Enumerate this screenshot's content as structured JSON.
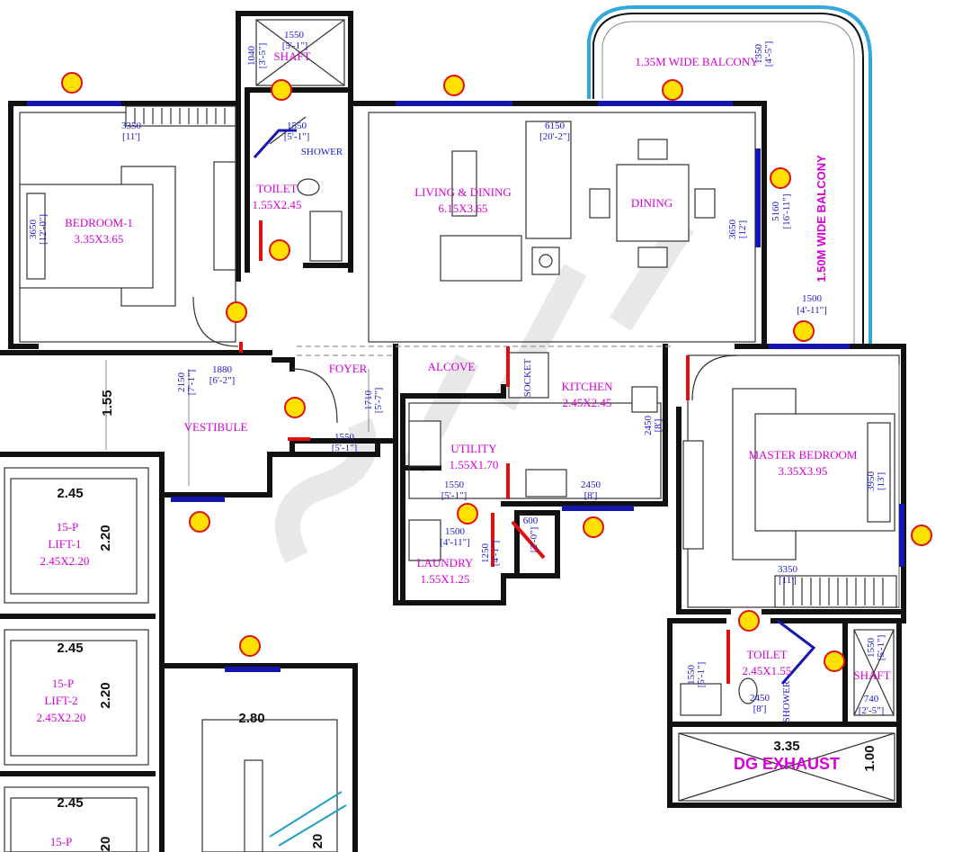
{
  "rooms": {
    "bedroom1": {
      "name": "BEDROOM-1",
      "size": "3.35X3.65"
    },
    "toilet1": {
      "name": "TOILET",
      "size": "1.55X2.45"
    },
    "living": {
      "name": "LIVING & DINING",
      "size": "6.15X3.65"
    },
    "dining": {
      "name": "DINING"
    },
    "vestibule": {
      "name": "VESTIBULE"
    },
    "foyer": {
      "name": "FOYER"
    },
    "alcove": {
      "name": "ALCOVE"
    },
    "kitchen": {
      "name": "KITCHEN",
      "size": "2.45X2.45"
    },
    "utility": {
      "name": "UTILITY",
      "size": "1.55X1.70"
    },
    "laundry": {
      "name": "LAUNDRY",
      "size": "1.55X1.25"
    },
    "master": {
      "name": "MASTER BEDROOM",
      "size": "3.35X3.95"
    },
    "toilet2": {
      "name": "TOILET",
      "size": "2.45X1.55"
    },
    "shaft1": {
      "name": "SHAFT"
    },
    "shaft2": {
      "name": "SHAFT"
    },
    "lift1": {
      "code": "15-P",
      "name": "LIFT-1",
      "size": "2.45X2.20"
    },
    "lift2": {
      "code": "15-P",
      "name": "LIFT-2",
      "size": "2.45X2.20"
    },
    "lift3": {
      "code": "15-P"
    },
    "dg": {
      "name": "DG EXHAUST"
    },
    "balcony_top": {
      "name": "1.35M WIDE BALCONY"
    },
    "balcony_right": {
      "name": "1.50M WIDE BALCONY"
    }
  },
  "dimensions": {
    "d1550_shaft": "1550",
    "d1550_shaft_ft": "[5'-1\"]",
    "d1040": "1040",
    "d1040_ft": "[3'-5\"]",
    "d1350": "1350",
    "d1350_ft": "[4'-5\"]",
    "d3350_b1": "3350",
    "d3350_b1_ft": "[11']",
    "d3650_b1": "3650",
    "d3650_b1_ft": "[12'-0\"]",
    "d1550_toilet": "1550",
    "d1550_toilet_ft": "[5'-1\"]",
    "d6150": "6150",
    "d6150_ft": "[20'-2\"]",
    "d3650_liv": "3650",
    "d3650_liv_ft": "[12']",
    "d5160": "5160",
    "d5160_ft": "[16'-11\"]",
    "d1500_bal": "1500",
    "d1500_bal_ft": "[4'-11\"]",
    "d1880": "1880",
    "d1880_ft": "[6'-2\"]",
    "d2150": "2150",
    "d2150_ft": "[7'-1\"]",
    "d1710": "1710",
    "d1710_ft": "[5'-7\"]",
    "d1550_vest": "1550",
    "d1550_vest_ft": "[5'-1\"]",
    "d2450_k": "2450",
    "d2450_k_ft": "[8']",
    "d2450_kb": "2450",
    "d2450_kb_ft": "[8']",
    "d1550_u": "1550",
    "d1550_u_ft": "[5'-1\"]",
    "d1500_l": "1500",
    "d1500_l_ft": "[4'-11\"]",
    "d600": "600",
    "d600_ft": "[2'-0\"]",
    "d1250": "1250",
    "d1250_ft": "[4'-1\"]",
    "d3950": "3950",
    "d3950_ft": "[13']",
    "d3350_m": "3350",
    "d3350_m_ft": "[11']",
    "d1550_t2": "1550",
    "d1550_t2_ft": "[5'-1\"]",
    "d2450_t2": "2450",
    "d2450_t2_ft": "[8']",
    "d1550_s2": "1550",
    "d1550_s2_ft": "[5'-1\"]",
    "d740": "740",
    "d740_ft": "[2'-5\"]",
    "m1_55": "1.55",
    "m2_45a": "2.45",
    "m2_20a": "2.20",
    "m2_45b": "2.45",
    "m2_20b": "2.20",
    "m2_45c": "2.45",
    "m2_20c": "20",
    "m2_80": "2.80",
    "m2_20d": "20",
    "m3_35": "3.35",
    "m1_00": "1.00"
  },
  "labels": {
    "shower1": "SHOWER",
    "shower2": "SHOWER",
    "socket": "SOCKET"
  },
  "colors": {
    "wall": "#111111",
    "window": "#1515b0",
    "door_jamb": "#e01010",
    "marker": "#ffe000",
    "room_text": "#d800d8",
    "dim_text": "#1a1ad0",
    "balcony_rail": "#30a8d8"
  }
}
